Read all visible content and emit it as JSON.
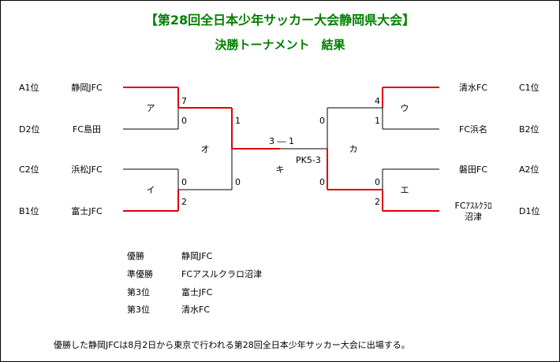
{
  "header": {
    "title": "【第28回全日本少年サッカー大会静岡県大会】",
    "subtitle": "決勝トーナメント　結果"
  },
  "left_teams": [
    {
      "seed": "A1位",
      "name": "静岡JFC"
    },
    {
      "seed": "D2位",
      "name": "FC島田"
    },
    {
      "seed": "C2位",
      "name": "浜松JFC"
    },
    {
      "seed": "B1位",
      "name": "富士JFC"
    }
  ],
  "right_teams": [
    {
      "seed": "C1位",
      "name": "清水FC"
    },
    {
      "seed": "B2位",
      "name": "FC浜名"
    },
    {
      "seed": "A2位",
      "name": "磐田FC"
    },
    {
      "seed": "D1位",
      "name": "FCｱｽﾙｸﾗﾛ",
      "name_line2": "沼津"
    }
  ],
  "matches": {
    "a": {
      "label": "ア",
      "score_top": "7",
      "score_bottom": "0"
    },
    "i": {
      "label": "イ",
      "score_top": "0",
      "score_bottom": "2"
    },
    "o": {
      "label": "オ",
      "score_top": "1",
      "score_bottom": "0"
    },
    "u": {
      "label": "ウ",
      "score_top": "4",
      "score_bottom": "1"
    },
    "e": {
      "label": "エ",
      "score_top": "0",
      "score_bottom": "2"
    },
    "ka": {
      "label": "カ",
      "score_top": "0",
      "score_bottom": "0"
    },
    "final": {
      "label": "キ",
      "score": "3 ― 1",
      "pk": "PK5-3"
    }
  },
  "results": [
    {
      "rank": "優勝",
      "team": "静岡JFC"
    },
    {
      "rank": "準優勝",
      "team": "FCアスルクラロ沼津"
    },
    {
      "rank": "第3位",
      "team": "富士JFC"
    },
    {
      "rank": "第3位",
      "team": "清水FC"
    }
  ],
  "footer": {
    "note": "優勝した静岡JFCは8月2日から東京で行われる第28回全日本少年サッカー大会に出場する。"
  },
  "colors": {
    "title": "#008000",
    "win_line": "#e00000",
    "line": "#000000"
  }
}
